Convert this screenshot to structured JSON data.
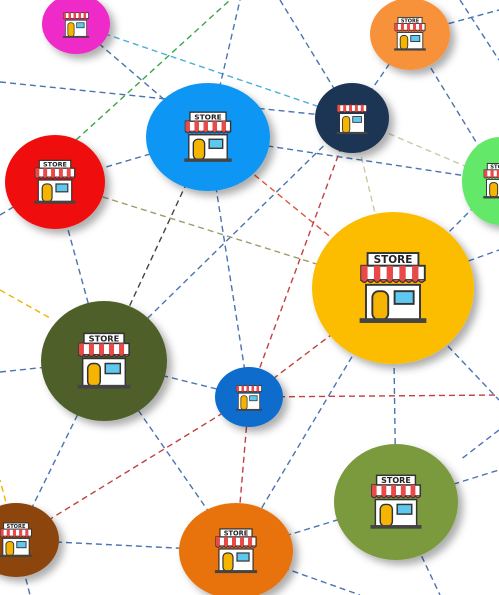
{
  "diagram": {
    "store_sign": "STORE",
    "nodes": [
      {
        "id": "n-magenta",
        "color": "#ee2bc8",
        "labeled": false
      },
      {
        "id": "n-orange-top",
        "color": "#f7923a",
        "labeled": true
      },
      {
        "id": "n-blue",
        "color": "#0b96f4",
        "labeled": true
      },
      {
        "id": "n-navy",
        "color": "#1f3555",
        "labeled": false
      },
      {
        "id": "n-red",
        "color": "#f00f0f",
        "labeled": true
      },
      {
        "id": "n-green-right",
        "color": "#63e86a",
        "labeled": true
      },
      {
        "id": "n-gold",
        "color": "#fcbd02",
        "labeled": true
      },
      {
        "id": "n-olive",
        "color": "#4f5f29",
        "labeled": true
      },
      {
        "id": "n-blue-small",
        "color": "#0e6ccc",
        "labeled": false
      },
      {
        "id": "n-green-bottom",
        "color": "#7a9a3e",
        "labeled": true
      },
      {
        "id": "n-brown",
        "color": "#8b4410",
        "labeled": true
      },
      {
        "id": "n-orange-bottom",
        "color": "#e8730c",
        "labeled": true
      }
    ],
    "edges": [
      {
        "from": "n-magenta",
        "to": "n-blue",
        "color": "#4a74b0"
      },
      {
        "from": "n-magenta",
        "to": "n-navy",
        "color": "#4ab0d8"
      },
      {
        "from": "n-blue",
        "to": "n-red",
        "color": "#4a74b0"
      },
      {
        "from": "n-blue",
        "to": "n-olive",
        "color": "#444444"
      },
      {
        "from": "n-blue",
        "to": "n-gold",
        "color": "#e0553a"
      },
      {
        "from": "n-blue",
        "to": "n-blue-small",
        "color": "#4a74b0"
      },
      {
        "from": "n-navy",
        "to": "n-orange-top",
        "color": "#4a74b0"
      },
      {
        "from": "n-navy",
        "to": "n-gold",
        "color": "#c9c9a8"
      },
      {
        "from": "n-navy",
        "to": "n-blue-small",
        "color": "#c24040"
      },
      {
        "from": "n-navy",
        "to": "n-green-right",
        "color": "#c9c9a8"
      },
      {
        "from": "n-navy",
        "to": "n-olive",
        "color": "#4a74b0"
      },
      {
        "from": "n-red",
        "to": "n-gold",
        "color": "#a39a6a"
      },
      {
        "from": "n-red",
        "to": "n-olive",
        "color": "#4a74b0"
      },
      {
        "from": "n-olive",
        "to": "n-blue-small",
        "color": "#4a74b0"
      },
      {
        "from": "n-olive",
        "to": "n-brown",
        "color": "#4a74b0"
      },
      {
        "from": "n-olive",
        "to": "n-orange-bottom",
        "color": "#4a74b0"
      },
      {
        "from": "n-blue-small",
        "to": "n-gold",
        "color": "#c24040"
      },
      {
        "from": "n-blue-small",
        "to": "n-orange-bottom",
        "color": "#c24040"
      },
      {
        "from": "n-blue-small",
        "to": "n-brown",
        "color": "#c24040"
      },
      {
        "from": "n-gold",
        "to": "n-green-bottom",
        "color": "#4a74b0"
      },
      {
        "from": "n-gold",
        "to": "n-orange-bottom",
        "color": "#4a74b0"
      },
      {
        "from": "n-gold",
        "to": "n-green-right",
        "color": "#4a74b0"
      },
      {
        "from": "n-green-bottom",
        "to": "n-orange-bottom",
        "color": "#4a74b0"
      },
      {
        "from": "n-brown",
        "to": "n-orange-bottom",
        "color": "#4a74b0"
      },
      {
        "from": "n-orange-top",
        "to": "n-green-right",
        "color": "#4a74b0"
      },
      {
        "from": "n-blue",
        "to": "n-green-right",
        "color": "#4a74b0"
      }
    ]
  }
}
